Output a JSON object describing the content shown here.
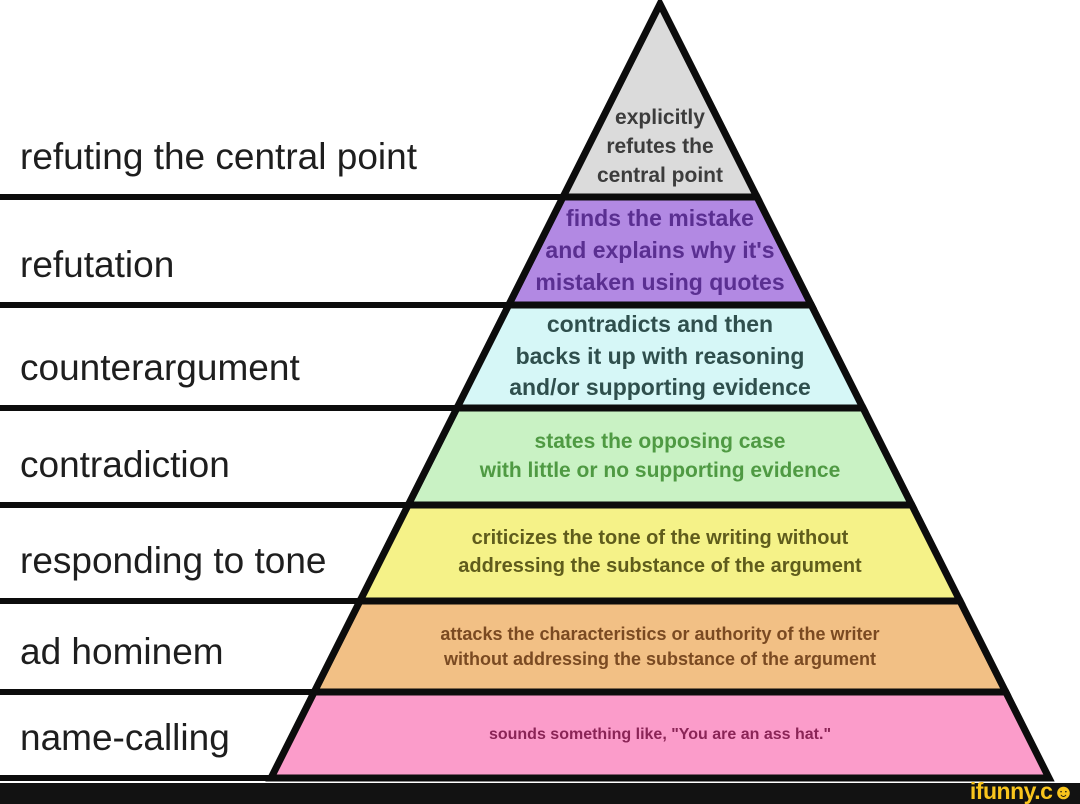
{
  "title": "hierarchy-of-disagreement-pyramid",
  "pyramid": {
    "levels": [
      {
        "label": "refuting the central point",
        "description": "explicitly\nrefutes the\ncentral point",
        "color": "#dbdbdb",
        "text_color": "#3c3c3c"
      },
      {
        "label": "refutation",
        "description": "finds the mistake\nand explains why it's\nmistaken using quotes",
        "color": "#b289e3",
        "text_color": "#5a2f91"
      },
      {
        "label": "counterargument",
        "description": "contradicts and then\nbacks it up with reasoning\nand/or supporting evidence",
        "color": "#d6f7f7",
        "text_color": "#2f4f4d"
      },
      {
        "label": "contradiction",
        "description": "states the opposing case\nwith little or no supporting evidence",
        "color": "#c9f2c4",
        "text_color": "#4f9a43"
      },
      {
        "label": "responding to tone",
        "description": "criticizes the tone of the writing without\naddressing the substance of the argument",
        "color": "#f5f288",
        "text_color": "#5f5c1c"
      },
      {
        "label": "ad hominem",
        "description": "attacks the characteristics or authority of the writer\nwithout addressing the substance of the argument",
        "color": "#f2c085",
        "text_color": "#7a4a22"
      },
      {
        "label": "name-calling",
        "description": "sounds something like, \"You are an ass hat.\"",
        "color": "#fb9cca",
        "text_color": "#8a2456"
      }
    ]
  },
  "watermark": {
    "text": "ifunny.c",
    "smiley_icon": "☻",
    "color": "#f9c51d",
    "bar_color": "#121212"
  }
}
